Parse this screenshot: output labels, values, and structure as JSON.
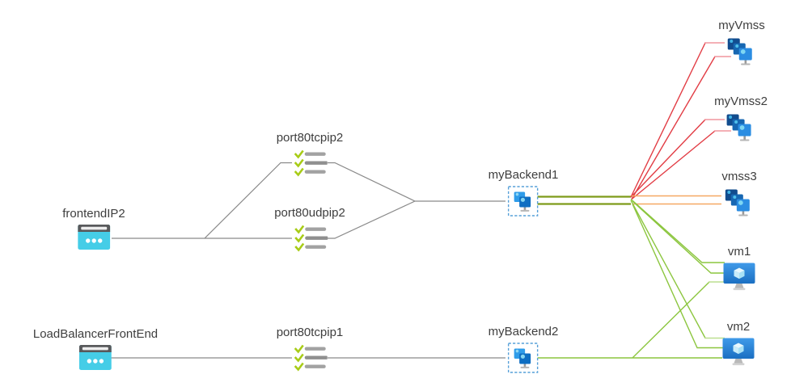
{
  "diagram": {
    "type": "load-balancer-topology",
    "nodes": [
      {
        "id": "frontendIP2",
        "label": "frontendIP2",
        "type": "frontend-ip"
      },
      {
        "id": "LoadBalancerFrontEnd",
        "label": "LoadBalancerFrontEnd",
        "type": "frontend-ip"
      },
      {
        "id": "port80tcpip2",
        "label": "port80tcpip2",
        "type": "lb-rule"
      },
      {
        "id": "port80udpip2",
        "label": "port80udpip2",
        "type": "lb-rule"
      },
      {
        "id": "port80tcpip1",
        "label": "port80tcpip1",
        "type": "lb-rule"
      },
      {
        "id": "myBackend1",
        "label": "myBackend1",
        "type": "backend-pool"
      },
      {
        "id": "myBackend2",
        "label": "myBackend2",
        "type": "backend-pool"
      },
      {
        "id": "myVmss",
        "label": "myVmss",
        "type": "vm-scale-set"
      },
      {
        "id": "myVmss2",
        "label": "myVmss2",
        "type": "vm-scale-set"
      },
      {
        "id": "vmss3",
        "label": "vmss3",
        "type": "vm-scale-set"
      },
      {
        "id": "vm1",
        "label": "vm1",
        "type": "virtual-machine"
      },
      {
        "id": "vm2",
        "label": "vm2",
        "type": "virtual-machine"
      }
    ],
    "edges": [
      {
        "from": "frontendIP2",
        "to": "port80tcpip2",
        "color": "gray"
      },
      {
        "from": "frontendIP2",
        "to": "port80udpip2",
        "color": "gray"
      },
      {
        "from": "port80tcpip2",
        "to": "myBackend1",
        "color": "gray"
      },
      {
        "from": "port80udpip2",
        "to": "myBackend1",
        "color": "gray"
      },
      {
        "from": "LoadBalancerFrontEnd",
        "to": "port80tcpip1",
        "color": "gray"
      },
      {
        "from": "port80tcpip1",
        "to": "myBackend2",
        "color": "gray"
      },
      {
        "from": "myBackend1",
        "to": "myVmss",
        "color": "red",
        "count": 2
      },
      {
        "from": "myBackend1",
        "to": "myVmss2",
        "color": "red",
        "count": 2
      },
      {
        "from": "myBackend1",
        "to": "vmss3",
        "color": "orange",
        "count": 2
      },
      {
        "from": "myBackend1",
        "to": "vm1",
        "color": "green",
        "count": 2
      },
      {
        "from": "myBackend1",
        "to": "vm2",
        "color": "green",
        "count": 2
      },
      {
        "from": "myBackend2",
        "to": "vm1",
        "color": "green",
        "count": 1
      },
      {
        "from": "myBackend2",
        "to": "vm2",
        "color": "green",
        "count": 1
      }
    ],
    "colors": {
      "gray": "#8a8a8a",
      "olive": "#7e9b19",
      "red": "#e23c44",
      "red_light": "#f0969d",
      "orange": "#f5a862",
      "green": "#8cc63f",
      "green_light": "#bcdf90",
      "icon_cyan": "#45cde7",
      "icon_blue": "#2b8de2",
      "check_green": "#a8cc17",
      "dashed_box": "#56a0d8"
    }
  }
}
